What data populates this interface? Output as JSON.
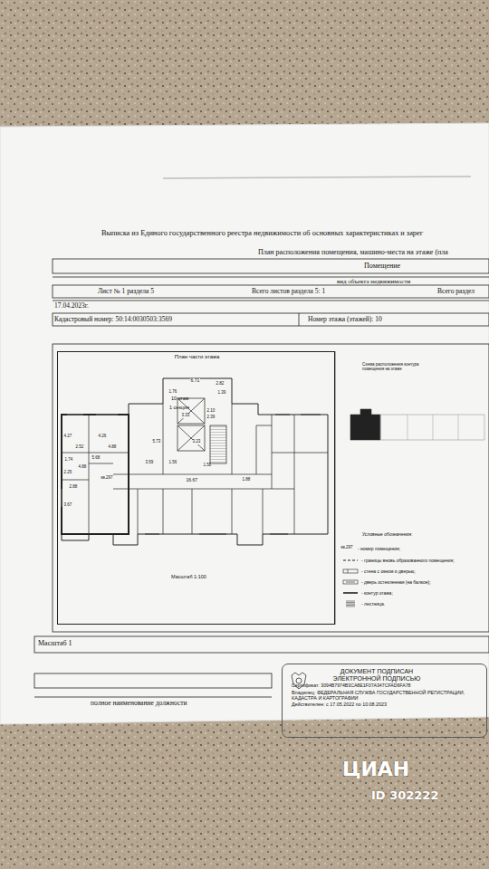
{
  "diagram": {
    "nodes": [
      {
        "text": [
          "План части этажа",
          "10 этаж",
          "1 секция",
          "Масштаб 1:100"
        ]
      },
      {
        "text": [
          "Схема расположения контура помещения на этаже",
          "Условные обозначения:"
        ]
      },
      {
        "text": [
          "ДОКУМЕНТ ПОДПИСАН ЭЛЕКТРОННОЙ ПОДПИСЬЮ",
          "Сертификат: 3094B7974B3CA8E1F07A347CFAD6FA78",
          "Владелец: ФЕДЕРАЛЬНАЯ СЛУЖБА ГОСУДАРСТВЕННОЙ РЕГИСТРАЦИИ, КАДАСТРА И КАРТОГРАФИИ",
          "Действителен: с 17.05.2022 по 10.08.2023"
        ]
      }
    ],
    "labels": [
      "Выписка из Единого государственного реестра недвижимости об основных характеристиках и зарег",
      "План расположения помещения, машино-места на этаже (пла",
      "Помещение",
      "вид объекта недвижимости",
      "Лист № 1 раздела 5",
      "Всего листов раздела 5: 1",
      "Всего раздел",
      "17.04.2023г.",
      "Кадастровый номер: 50:14:0030503:3569",
      "Номер этажа (этажей): 10",
      "6.71",
      "2.82",
      "1.76",
      "3.33",
      "2.10",
      "2.39",
      "1.39",
      "4.27",
      "4.26",
      "2.52",
      "4.88",
      "5.73",
      "3.23",
      "1.56",
      "3.59",
      "1.74",
      "5.68",
      "4.88",
      "2.25",
      "2.88",
      "кв.297",
      "16.67",
      "1.88",
      "3.67",
      "1.58",
      "кв.297",
      "Масштаб 1",
      "полное наименование должности",
      "ЦИАН",
      "ID 302222"
    ],
    "legend": [
      {
        "text": "- номер помещения;"
      },
      {
        "text": "- границы вновь образованного помещения;"
      },
      {
        "text": "- стена с окном и дверью;"
      },
      {
        "text": "- дверь остекленная (на балкон);"
      },
      {
        "text": "- контур этажа;"
      },
      {
        "text": "- лестница."
      }
    ]
  }
}
